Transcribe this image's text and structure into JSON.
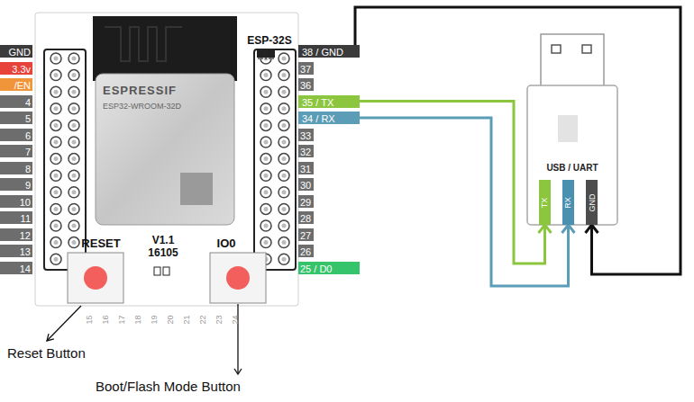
{
  "diagram": {
    "nodes": [
      {
        "text": [
          "38 / GND"
        ]
      },
      {
        "text": [
          "35 / TX"
        ]
      },
      {
        "text": [
          "34 / RX"
        ]
      },
      {
        "text": [
          "USB / UART"
        ]
      },
      {
        "text": [
          "TX"
        ],
        "in": 3
      },
      {
        "text": [
          "RX"
        ],
        "in": 3
      },
      {
        "text": [
          "GND"
        ],
        "in": 3
      }
    ],
    "edges": [
      {
        "from": 1,
        "to": 4,
        "arrow": "to"
      },
      {
        "from": 2,
        "to": 5,
        "arrow": "to"
      },
      {
        "from": 0,
        "to": 6,
        "arrow": "to"
      }
    ],
    "labels": [
      "GND",
      "3.3v",
      "/EN",
      "4",
      "5",
      "6",
      "7",
      "8",
      "9",
      "10",
      "11",
      "12",
      "13",
      "14",
      "ESP-32S",
      "37",
      "36",
      "33",
      "32",
      "31",
      "30",
      "29",
      "28",
      "27",
      "26",
      "25 / D0",
      "ESPRESSIF",
      "ESP32-WROOM-32D",
      "RESET",
      "V1.1",
      "16105",
      "IO0",
      "15",
      "16",
      "17",
      "18",
      "19",
      "20",
      "21",
      "22",
      "23",
      "24",
      "Reset Button",
      "Boot/Flash Mode Button"
    ]
  }
}
